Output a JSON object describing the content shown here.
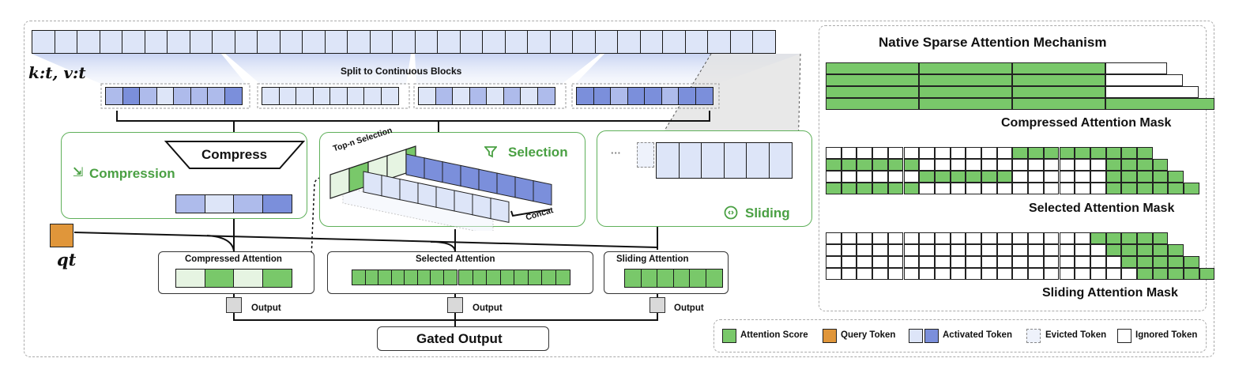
{
  "kv_label": "k:t, v:t",
  "query_label": "qt",
  "split_label": "Split to Continuous Blocks",
  "compress_label": "Compress",
  "compression_label": "Compression",
  "selection_label": "Selection",
  "topn_label": "Top-n Selection",
  "concat_label": "Concat",
  "sliding_label": "Sliding",
  "ellipsis": "···",
  "compressed_attention_label": "Compressed Attention",
  "selected_attention_label": "Selected Attention",
  "sliding_attention_label": "Sliding Attention",
  "output_label": "Output",
  "gated_output_label": "Gated Output",
  "mechanism_title": "Native Sparse Attention Mechanism",
  "masks": {
    "compressed": "Compressed Attention Mask",
    "selected": "Selected Attention Mask",
    "sliding": "Sliding Attention Mask"
  },
  "legend": {
    "attention_score": "Attention Score",
    "query_token": "Query Token",
    "activated_token": "Activated Token",
    "evicted_token": "Evicted Token",
    "ignored_token": "Ignored Token"
  },
  "colors": {
    "green": "#79c86a",
    "green_light": "#e6f4e2",
    "blue": "#7b8fdb",
    "blue_mid": "#aebbeb",
    "blue_light": "#dde5f8",
    "orange": "#e0963a",
    "gray": "#d9d9d9"
  },
  "icons": {
    "compression": "compress-arrows-icon",
    "selection": "filter-funnel-icon",
    "sliding": "sliding-window-icon"
  }
}
